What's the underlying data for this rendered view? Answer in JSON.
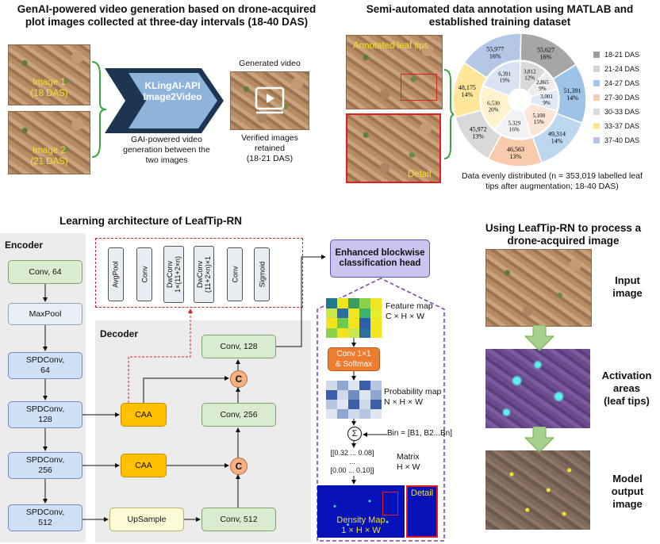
{
  "top_left": {
    "title": "GenAI-powered video generation based on drone-acquired plot images collected at three-day intervals (18-40 DAS)",
    "image1": "Image 1\n(18 DAS)",
    "image2": "Image 2\n(21 DAS)",
    "gai_box": "KLingAI-API\nImage2Video",
    "gai_caption": "GAI-powered video generation between the two images",
    "generated_label": "Generated video",
    "verified_caption": "Verified images retained\n(18-21 DAS)"
  },
  "top_right": {
    "title": "Semi-automated data annotation using MATLAB and established training dataset",
    "annotated_label": "Annotated leaf tips",
    "detail_label": "Detail",
    "caption": "Data evenly distributed (n = 353,019 labelled leaf tips after augmentation; 18-40 DAS)"
  },
  "chart_data": {
    "type": "pie",
    "variant": "double-ring",
    "legend": [
      "18-21 DAS",
      "21-24 DAS",
      "24-27 DAS",
      "27-30 DAS",
      "30-33 DAS",
      "33-37 DAS",
      "37-40 DAS"
    ],
    "colors": [
      "#9c9c9c",
      "#d4d4d4",
      "#a9c7ea",
      "#f8cbad",
      "#d9d9d9",
      "#ffe699",
      "#b4c7e7"
    ],
    "outer": [
      {
        "label": "55,627",
        "pct": "16%",
        "value": 55627,
        "color": "#a6a6a6"
      },
      {
        "label": "51,391",
        "pct": "14%",
        "value": 51391,
        "color": "#9dc3e6"
      },
      {
        "label": "49,314",
        "pct": "14%",
        "value": 49314,
        "color": "#bdd7ee"
      },
      {
        "label": "46,563",
        "pct": "13%",
        "value": 46563,
        "color": "#f8cbad"
      },
      {
        "label": "45,972",
        "pct": "13%",
        "value": 45972,
        "color": "#d9d9d9"
      },
      {
        "label": "48,175",
        "pct": "14%",
        "value": 48175,
        "color": "#ffe699"
      },
      {
        "label": "55,977",
        "pct": "16%",
        "value": 55977,
        "color": "#b4c7e7"
      }
    ],
    "inner": [
      {
        "label": "3,812",
        "pct": "12%",
        "value": 3812,
        "color": "#d9d9d9"
      },
      {
        "label": "2,865",
        "pct": "9%",
        "value": 2865,
        "color": "#ededed"
      },
      {
        "label": "3,001",
        "pct": "9%",
        "value": 3001,
        "color": "#deebf7"
      },
      {
        "label": "5,100",
        "pct": "15%",
        "value": 5100,
        "color": "#fbe5d6"
      },
      {
        "label": "5,329",
        "pct": "16%",
        "value": 5329,
        "color": "#f2f2f2"
      },
      {
        "label": "6,530",
        "pct": "20%",
        "value": 6530,
        "color": "#fff2cc"
      },
      {
        "label": "6,391",
        "pct": "19%",
        "value": 6391,
        "color": "#dae3f3"
      }
    ]
  },
  "architecture": {
    "title": "Learning architecture of LeafTip-RN",
    "encoder_label": "Encoder",
    "decoder_label": "Decoder",
    "enc": [
      "Conv, 64",
      "MaxPool",
      "SPDConv,\n64",
      "SPDConv,\n128",
      "SPDConv,\n256",
      "SPDConv,\n512"
    ],
    "caa1": "CAA",
    "caa2": "CAA",
    "upsample": "UpSample",
    "dec512": "Conv, 512",
    "dec256": "Conv, 256",
    "dec128": "Conv, 128",
    "concat": "C",
    "attention": [
      "AvgPool",
      "Conv",
      "DwConv\n1×(11+2×n)",
      "DwConv\n(11+2×n)×1",
      "Conv",
      "Sigmoid"
    ],
    "head": "Enhanced blockwise classification head",
    "feature_map": "Feature map\nC × H × W",
    "conv_softmax": "Conv 1×1\n& Softmax",
    "probability_map": "Probability map\nN × H × W",
    "sigma": "Σ",
    "bin": "Bin = [B1, B2...Bn]",
    "matrix_vals": "[[0.32 ... 0.08]\n...\n[0.00 ... 0.10]]",
    "matrix_label": "Matrix\nH × W",
    "density_label": "Density Map\n1 × H × W",
    "density_detail": "Detail"
  },
  "right": {
    "title": "Using LeafTip-RN to process a drone-acquired image",
    "input": "Input\nimage",
    "activation": "Activation\nareas\n(leaf tips)",
    "output": "Model\noutput\nimage"
  }
}
